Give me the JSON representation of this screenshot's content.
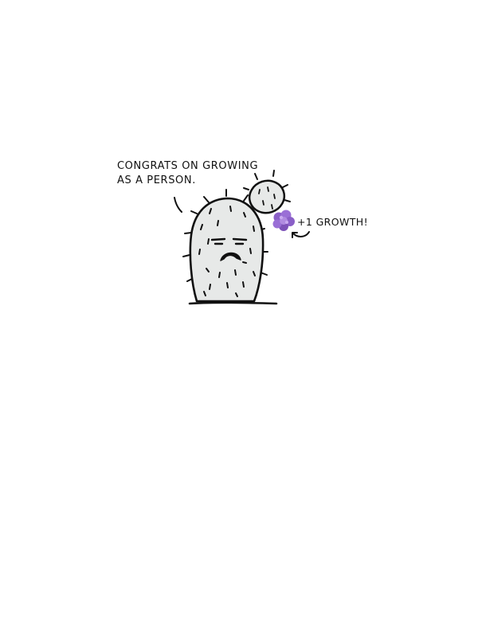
{
  "speech": {
    "line1": "CONGRATS ON GROWING",
    "line2": "AS A PERSON."
  },
  "growth_label": "+1 GROWTH!",
  "colors": {
    "cactus_fill": "#e7e9e8",
    "outline": "#111111",
    "flower": "#8a5fc7",
    "flower_light": "#b08be0"
  }
}
